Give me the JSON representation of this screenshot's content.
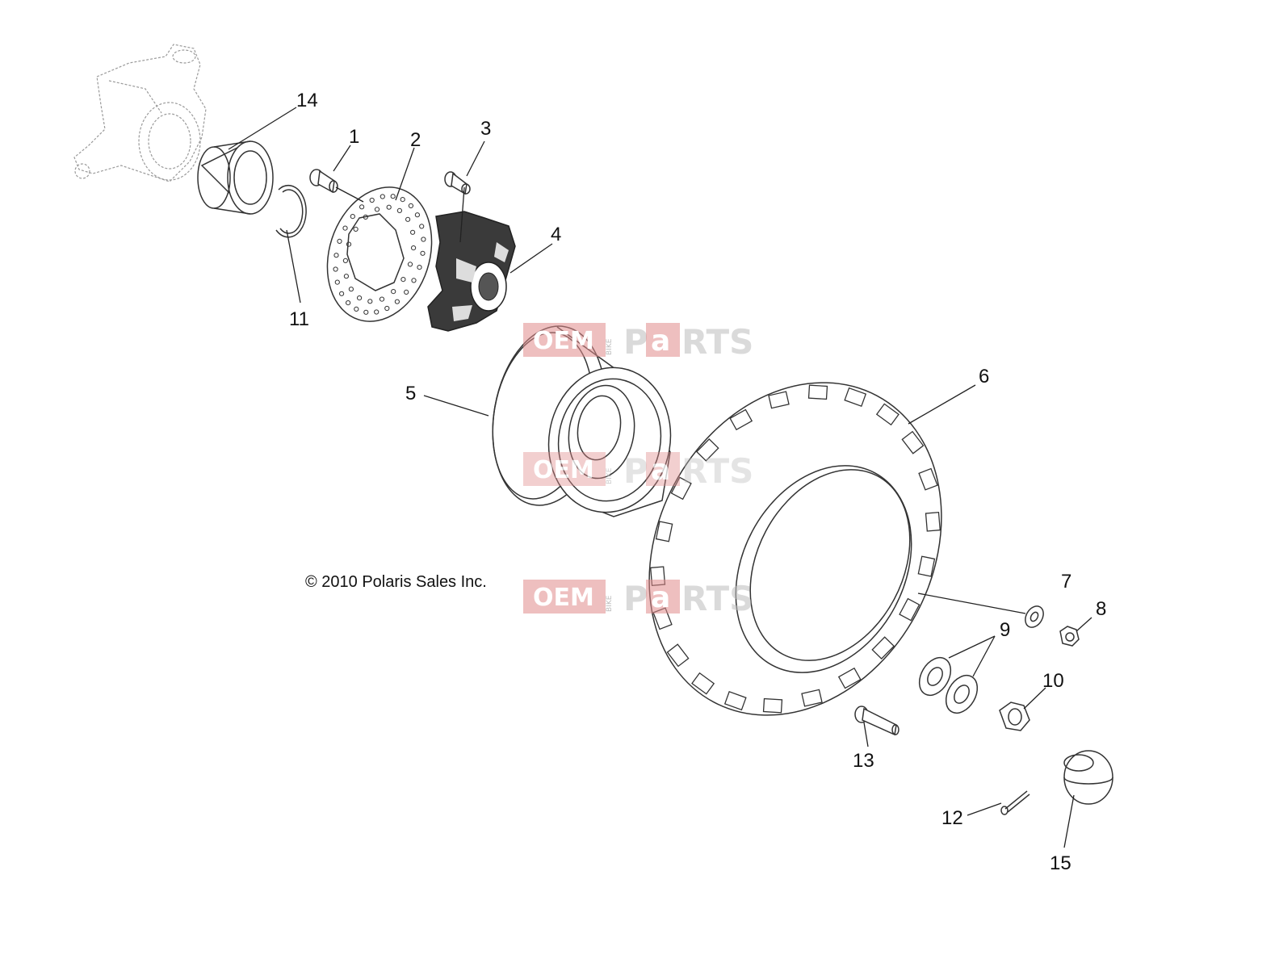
{
  "copyright": "© 2010 Polaris Sales Inc.",
  "watermark": {
    "left_text": "OEM",
    "vertical_text": "BIKE",
    "right_text_a": "P",
    "right_text_b": "a",
    "right_text_c": "RTS",
    "brand_color": "#e08a8a"
  },
  "callouts": [
    {
      "id": "1",
      "label": "1"
    },
    {
      "id": "2",
      "label": "2"
    },
    {
      "id": "3",
      "label": "3"
    },
    {
      "id": "4",
      "label": "4"
    },
    {
      "id": "5",
      "label": "5"
    },
    {
      "id": "6",
      "label": "6"
    },
    {
      "id": "7",
      "label": "7"
    },
    {
      "id": "8",
      "label": "8"
    },
    {
      "id": "9",
      "label": "9"
    },
    {
      "id": "10",
      "label": "10"
    },
    {
      "id": "11",
      "label": "11"
    },
    {
      "id": "12",
      "label": "12"
    },
    {
      "id": "13",
      "label": "13"
    },
    {
      "id": "14",
      "label": "14"
    },
    {
      "id": "15",
      "label": "15"
    }
  ]
}
